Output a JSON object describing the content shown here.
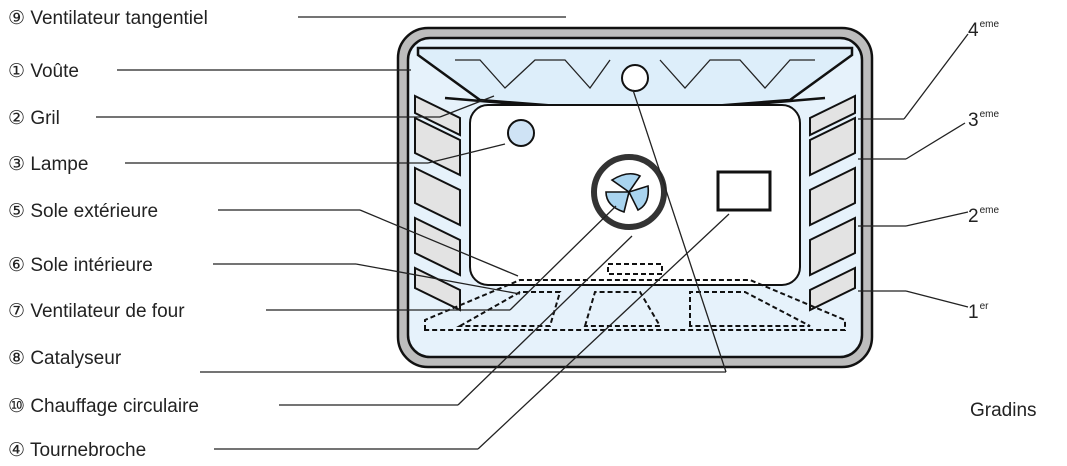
{
  "labels": [
    {
      "num": "⑨",
      "text": "Ventilateur tangentiel"
    },
    {
      "num": "①",
      "text": "Voûte"
    },
    {
      "num": "②",
      "text": "Gril"
    },
    {
      "num": "③",
      "text": "Lampe"
    },
    {
      "num": "⑤",
      "text": "Sole extérieure"
    },
    {
      "num": "⑥",
      "text": "Sole intérieure"
    },
    {
      "num": "⑦",
      "text": "Ventilateur de four"
    },
    {
      "num": "⑧",
      "text": "Catalyseur"
    },
    {
      "num": "⑩",
      "text": "Chauffage circulaire"
    },
    {
      "num": "④",
      "text": "Tournebroche"
    }
  ],
  "racks": [
    {
      "base": "4",
      "sup": "eme"
    },
    {
      "base": "3",
      "sup": "eme"
    },
    {
      "base": "2",
      "sup": "eme"
    },
    {
      "base": "1",
      "sup": "er"
    }
  ],
  "racks_title": "Gradins"
}
